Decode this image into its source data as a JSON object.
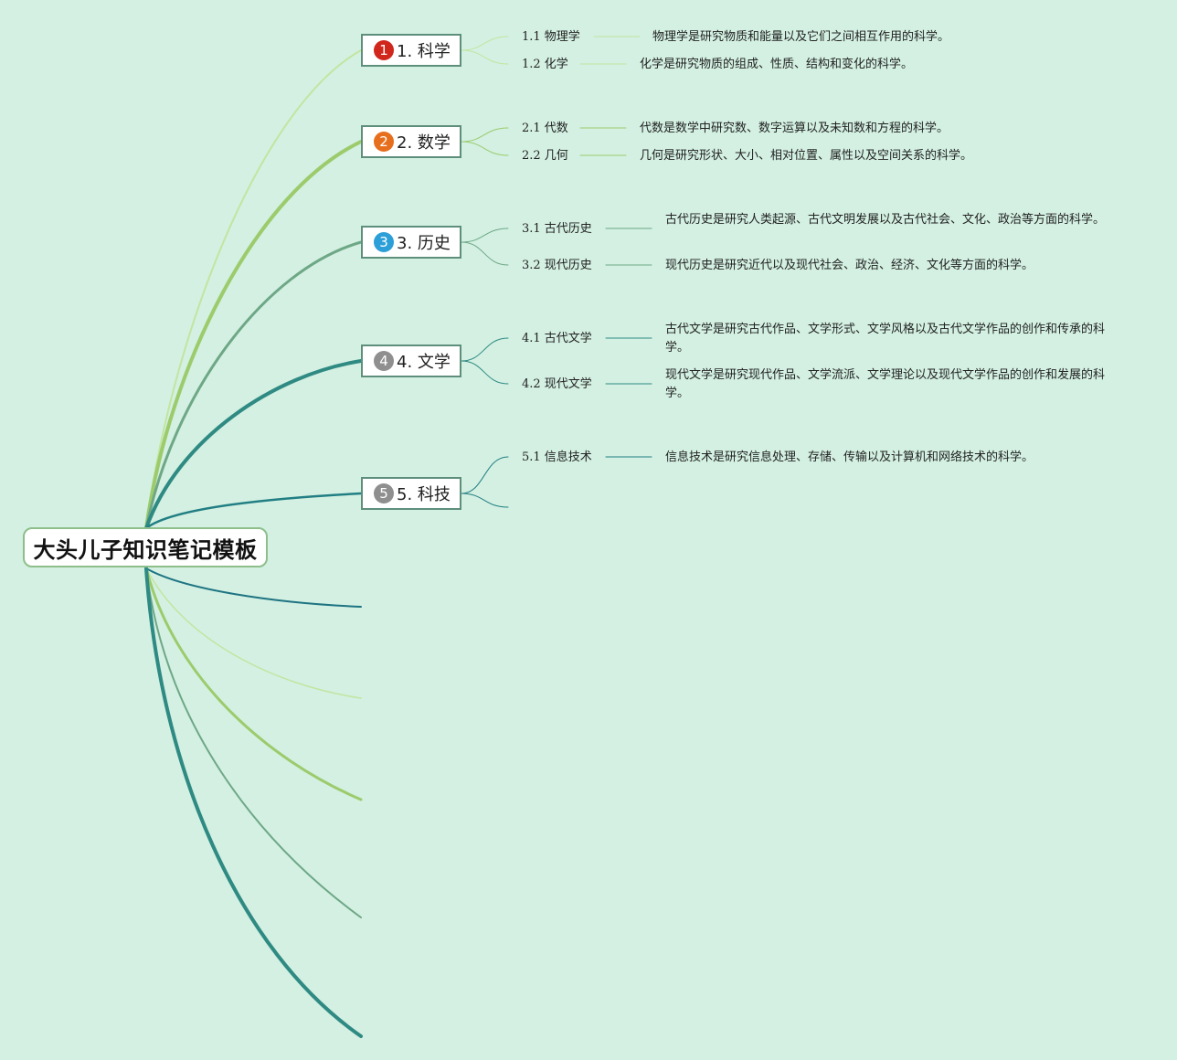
{
  "root": {
    "title": "大头儿子知识笔记模板"
  },
  "colors": {
    "background": "#d3f0e2",
    "branch_lines": [
      "#c3e5a0",
      "#9ccb6c",
      "#6ea786",
      "#2e8a82",
      "#217e83",
      "#1e7482"
    ],
    "badges": [
      "#d0261c",
      "#e76e1d",
      "#2d9fd8",
      "#8f8f8f",
      "#8f8f8f"
    ]
  },
  "branches": [
    {
      "badge": "1",
      "label": "1. 科学",
      "children": [
        {
          "label": "1.1 物理学",
          "description": "物理学是研究物质和能量以及它们之间相互作用的科学。"
        },
        {
          "label": "1.2 化学",
          "description": "化学是研究物质的组成、性质、结构和变化的科学。"
        }
      ]
    },
    {
      "badge": "2",
      "label": "2. 数学",
      "children": [
        {
          "label": "2.1 代数",
          "description": "代数是数学中研究数、数字运算以及未知数和方程的科学。"
        },
        {
          "label": "2.2 几何",
          "description": "几何是研究形状、大小、相对位置、属性以及空间关系的科学。"
        }
      ]
    },
    {
      "badge": "3",
      "label": "3. 历史",
      "children": [
        {
          "label": "3.1 古代历史",
          "description": "古代历史是研究人类起源、古代文明发展以及古代社会、文化、政治等方面的科学。"
        },
        {
          "label": "3.2 现代历史",
          "description": "现代历史是研究近代以及现代社会、政治、经济、文化等方面的科学。"
        }
      ]
    },
    {
      "badge": "4",
      "label": "4. 文学",
      "children": [
        {
          "label": "4.1 古代文学",
          "description": "古代文学是研究古代作品、文学形式、文学风格以及古代文学作品的创作和传承的科学。"
        },
        {
          "label": "4.2 现代文学",
          "description": "现代文学是研究现代作品、文学流派、文学理论以及现代文学作品的创作和发展的科学。"
        }
      ]
    },
    {
      "badge": "5",
      "label": "5. 科技",
      "children": [
        {
          "label": "5.1 信息技术",
          "description": "信息技术是研究信息处理、存储、传输以及计算机和网络技术的科学。"
        },
        {
          "label": "",
          "description": ""
        }
      ]
    }
  ]
}
